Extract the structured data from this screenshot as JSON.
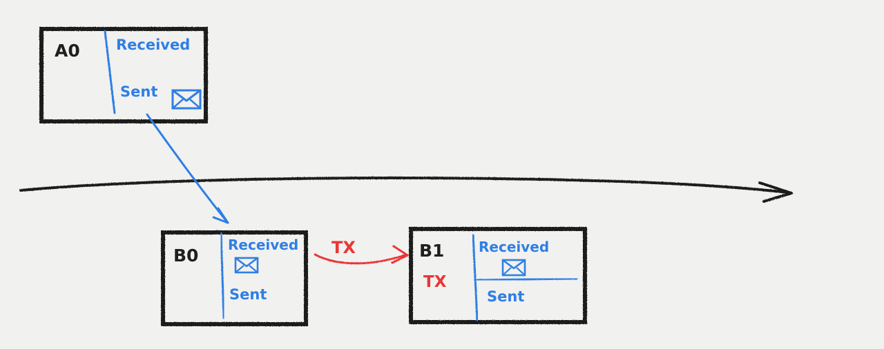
{
  "colors": {
    "ink": "#1f1f1f",
    "blue": "#2f7fe3",
    "red": "#ea3535",
    "paper": "#f1f1f0"
  },
  "blocks": [
    {
      "id": "A0",
      "title": "A0",
      "received_label": "Received",
      "sent_label": "Sent",
      "mail_in": "sent",
      "tx_label": ""
    },
    {
      "id": "B0",
      "title": "B0",
      "received_label": "Received",
      "sent_label": "Sent",
      "mail_in": "received",
      "tx_label": ""
    },
    {
      "id": "B1",
      "title": "B1",
      "received_label": "Received",
      "sent_label": "Sent",
      "mail_in": "received",
      "tx_label": "TX"
    }
  ],
  "connectors": [
    {
      "from": "A0",
      "to": "B0",
      "color": "blue",
      "label": ""
    },
    {
      "from": "B0",
      "to": "B1",
      "color": "red",
      "label": "TX"
    }
  ],
  "timeline": {
    "color": "ink"
  },
  "icons": {
    "mail": "envelope-icon"
  }
}
